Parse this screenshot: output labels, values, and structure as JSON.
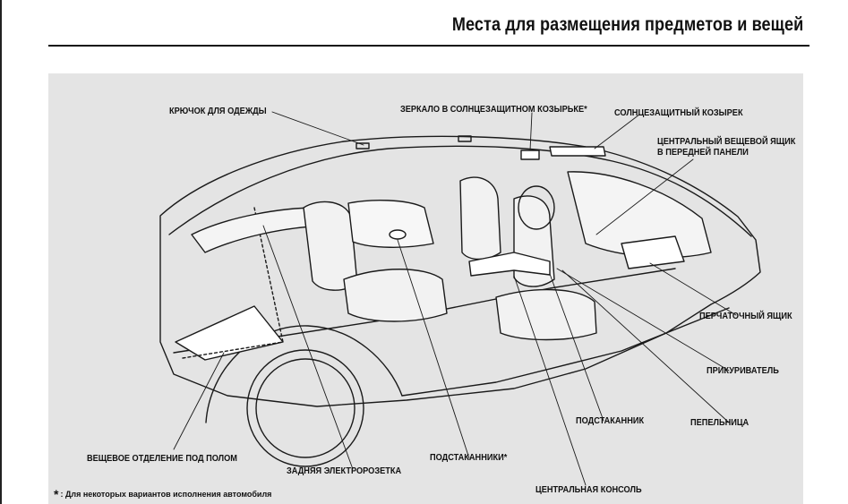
{
  "header": {
    "title": "Места для размещения предметов и вещей"
  },
  "callouts": {
    "coat_hook": "КРЮЧОК ДЛЯ ОДЕЖДЫ",
    "vanity_mirror": "ЗЕРКАЛО В СОЛНЦЕЗАЩИТНОМ КОЗЫРЬКЕ*",
    "sun_visor": "СОЛНЦЕЗАЩИТНЫЙ КОЗЫРЕК",
    "dashboard_box_line1": "ЦЕНТРАЛЬНЫЙ ВЕЩЕВОЙ ЯЩИК",
    "dashboard_box_line2": "В ПЕРЕДНЕЙ ПАНЕЛИ",
    "glove_box": "ПЕРЧАТОЧНЫЙ ЯЩИК",
    "lighter": "ПРИКУРИВАТЕЛЬ",
    "ashtray": "ПЕПЕЛЬНИЦА",
    "cup_holder": "ПОДСТАКАННИК",
    "underfloor_storage": "ВЕЩЕВОЕ ОТДЕЛЕНИЕ ПОД ПОЛОМ",
    "rear_power_outlet": "ЗАДНЯЯ  ЭЛЕКТРОРОЗЕТКА",
    "rear_cup_holders": "ПОДСТАКАННИКИ*",
    "center_console": "ЦЕНТРАЛЬНАЯ КОНСОЛЬ"
  },
  "footnote": {
    "star": "*",
    "text": ": Для некоторых вариантов исполнения автомобиля"
  }
}
